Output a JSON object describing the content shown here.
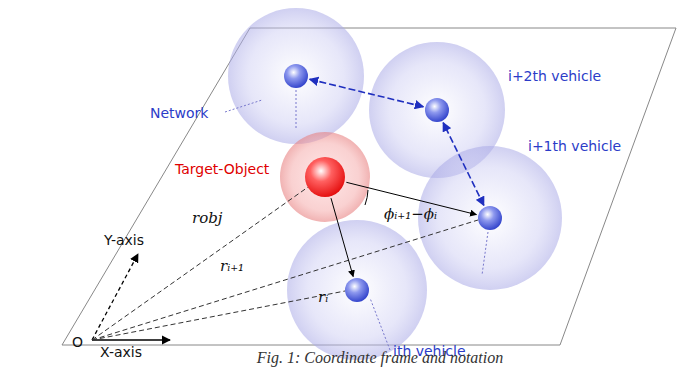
{
  "diagram": {
    "caption": "Fig. 1: Coordinate frame and notation",
    "nodes": [
      {
        "text": [
          "Target-Object"
        ]
      },
      {
        "text": [
          "Network"
        ]
      },
      {
        "text": [
          "i+2th vehicle"
        ]
      },
      {
        "text": [
          "i+1th vehicle"
        ]
      },
      {
        "text": [
          "ith vehicle"
        ]
      }
    ],
    "edges": [
      {
        "from": 3,
        "to": 2,
        "arrow": "both"
      },
      {
        "from": 2,
        "to": 1,
        "arrow": "both"
      },
      {
        "from": 0,
        "to": 4,
        "arrow": "to"
      },
      {
        "from": 0,
        "to": 3,
        "arrow": "to"
      }
    ],
    "labels": [
      "Y-axis",
      "X-axis",
      "O",
      "robj",
      "rᵢ₊₁",
      "rᵢ",
      "ϕᵢ₊₁−ϕᵢ"
    ]
  }
}
